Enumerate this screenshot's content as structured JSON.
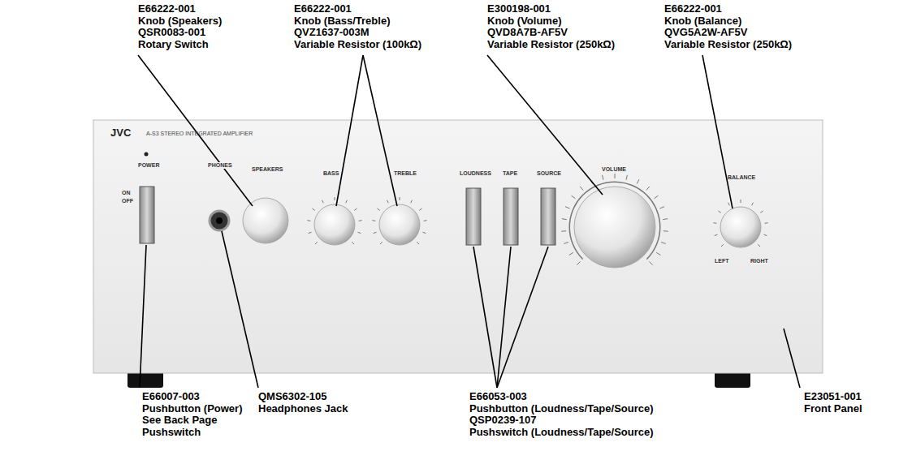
{
  "diagram": {
    "labels": [
      "E66222-001",
      "Knob (Speakers)",
      "QSR0083-001",
      "Rotary Switch",
      "E66222-001",
      "Knob (Bass/Treble)",
      "QVZ1637-003M",
      "Variable Resistor (100kΩ)",
      "E300198-001",
      "Knob (Volume)",
      "QVD8A7B-AF5V",
      "Variable Resistor (250kΩ)",
      "E66222-001",
      "Knob (Balance)",
      "QVG5A2W-AF5V",
      "Variable Resistor (250kΩ)",
      "E66007-003",
      "Pushbutton (Power)",
      "See Back Page",
      "Pushswitch",
      "QMS6302-105",
      "Headphones Jack",
      "E66053-003",
      "Pushbutton (Loudness/Tape/Source)",
      "QSP0239-107",
      "Pushswitch (Loudness/Tape/Source)",
      "E23051-001",
      "Front Panel",
      "JVC",
      "A-S3  STEREO INTEGRATED AMPLIFIER",
      "POWER",
      "ON",
      "OFF",
      "PHONES",
      "SPEAKERS",
      "BASS",
      "TREBLE",
      "LOUDNESS",
      "TAPE",
      "SOURCE",
      "VOLUME",
      "BALANCE",
      "LEFT",
      "RIGHT"
    ]
  }
}
